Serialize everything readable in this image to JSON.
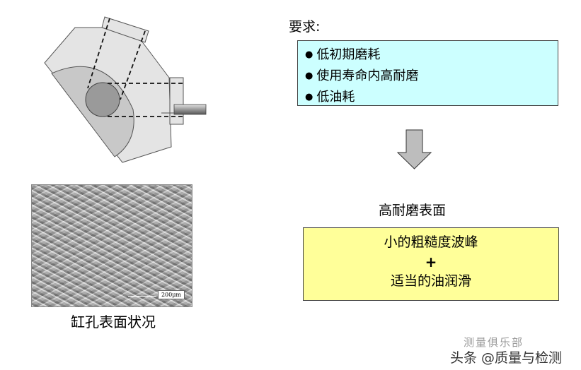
{
  "diagram": {
    "description": "cylinder-bore-honing-schematic",
    "colors": {
      "body": "#e4e4e4",
      "outer_arc": "#c8c8c8",
      "bore": "#9a9a9a",
      "outline": "#555555"
    }
  },
  "micrograph": {
    "scale_bar_label": "200μm",
    "caption": "缸孔表面状况"
  },
  "requirements": {
    "title": "要求:",
    "items": [
      {
        "bullet": "●",
        "label": "低初期磨耗"
      },
      {
        "bullet": "●",
        "label": "使用寿命内高耐磨"
      },
      {
        "bullet": "●",
        "label": "低油耗"
      }
    ],
    "box_color": "#ccffff"
  },
  "arrow": {
    "direction": "down",
    "color": "#bdbdbd"
  },
  "result": {
    "title": "高耐磨表面",
    "lines": [
      "小的粗糙度波峰",
      "+",
      "适当的油润滑"
    ],
    "box_color": "#ffff99"
  },
  "watermark": {
    "club": "测量俱乐部",
    "main": "头条 @质量与检测"
  }
}
